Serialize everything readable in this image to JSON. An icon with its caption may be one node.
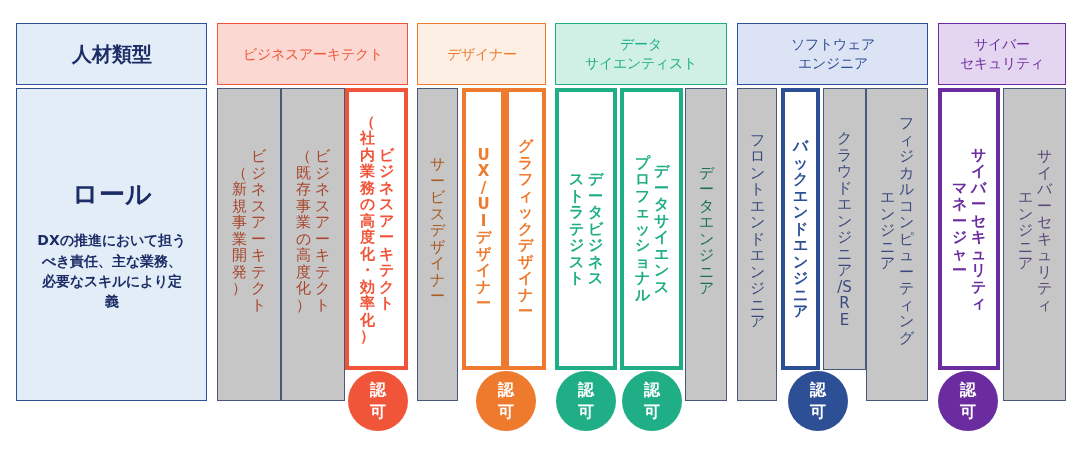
{
  "diagram": {
    "nodes": [
      {
        "text": [
          "人材類型"
        ]
      },
      {
        "text": [
          "ビジネスアーキテクト"
        ]
      },
      {
        "text": [
          "デザイナー"
        ]
      },
      {
        "text": [
          "データ",
          "サイエンティスト"
        ]
      },
      {
        "text": [
          "ソフトウェア",
          "エンジニア"
        ]
      },
      {
        "text": [
          "サイバー",
          "セキュリティ"
        ]
      },
      {
        "text": [
          "ロール",
          "DXの推進において担うべき責任、主な業務、必要なスキルにより定義"
        ]
      },
      {
        "text": [
          "（新規事業開発）",
          "ビジネスアーキテクト"
        ]
      },
      {
        "text": [
          "（既存事業の高度化）",
          "ビジネスアーキテクト"
        ]
      },
      {
        "text": [
          "（社内業務の高度化・効率化）",
          "ビジネスアーキテクト"
        ]
      },
      {
        "text": [
          "認可"
        ]
      },
      {
        "text": [
          "サービスデザイナー"
        ]
      },
      {
        "text": [
          "UX/UIデザイナー"
        ]
      },
      {
        "text": [
          "グラフィックデザイナー"
        ]
      },
      {
        "text": [
          "認可"
        ]
      },
      {
        "text": [
          "ストラテジスト",
          "データビジネス"
        ]
      },
      {
        "text": [
          "認可"
        ]
      },
      {
        "text": [
          "プロフェッショナル",
          "データサイエンス"
        ]
      },
      {
        "text": [
          "認可"
        ]
      },
      {
        "text": [
          "データエンジニア"
        ]
      },
      {
        "text": [
          "フロントエンドエンジニア"
        ]
      },
      {
        "text": [
          "バックエンドエンジニア"
        ]
      },
      {
        "text": [
          "認可"
        ]
      },
      {
        "text": [
          "クラウドエンジニア/SRE"
        ]
      },
      {
        "text": [
          "エンジニア",
          "フィジカルコンピューティング"
        ]
      },
      {
        "text": [
          "マネージャー",
          "サイバーセキュリティ"
        ]
      },
      {
        "text": [
          "認可"
        ]
      },
      {
        "text": [
          "エンジニア",
          "サイバーセキュリティ"
        ]
      }
    ]
  }
}
